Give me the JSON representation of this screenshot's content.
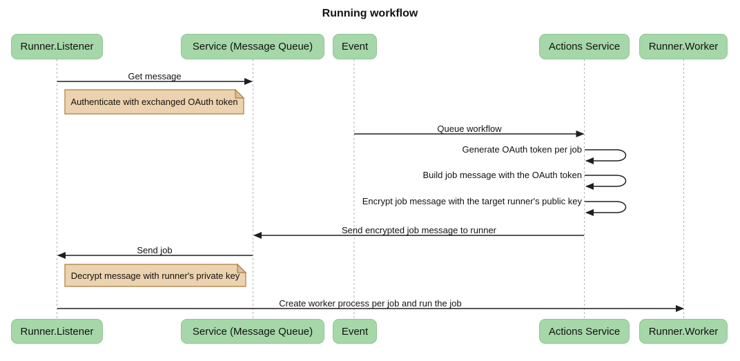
{
  "title": "Running workflow",
  "diagram_type": "sequence-diagram",
  "colors": {
    "actor-fill": "#a6d7a8",
    "actor-border": "#8fc497",
    "note-fill": "#ecd2ae",
    "note-border": "#aa7d45",
    "note-fold": "#dcbe93",
    "line-color": "#1f1f1f",
    "lifeline-color": "#b3b3b3",
    "text-color": "#111111",
    "bg-color": "#ffffff"
  },
  "actors": [
    {
      "id": "runner-listener",
      "label": "Runner.Listener"
    },
    {
      "id": "service-message-queue",
      "label": "Service (Message Queue)"
    },
    {
      "id": "event",
      "label": "Event"
    },
    {
      "id": "actions-service",
      "label": "Actions Service"
    },
    {
      "id": "runner-worker",
      "label": "Runner.Worker"
    }
  ],
  "messages": [
    {
      "type": "arrow",
      "from": "Runner.Listener",
      "to": "Service (Message Queue)",
      "label": "Get message"
    },
    {
      "type": "note",
      "over": "Runner.Listener, Service (Message Queue)",
      "label": "Authenticate with exchanged OAuth token"
    },
    {
      "type": "arrow",
      "from": "Event",
      "to": "Actions Service",
      "label": "Queue workflow"
    },
    {
      "type": "self",
      "from": "Actions Service",
      "to": "Actions Service",
      "label": "Generate OAuth token per job"
    },
    {
      "type": "self",
      "from": "Actions Service",
      "to": "Actions Service",
      "label": "Build job message with the OAuth token"
    },
    {
      "type": "self",
      "from": "Actions Service",
      "to": "Actions Service",
      "label": "Encrypt job message with the target runner's public key"
    },
    {
      "type": "arrow",
      "from": "Actions Service",
      "to": "Service (Message Queue)",
      "label": "Send encrypted job message to runner"
    },
    {
      "type": "arrow",
      "from": "Service (Message Queue)",
      "to": "Runner.Listener",
      "label": "Send job"
    },
    {
      "type": "note",
      "over": "Runner.Listener, Service (Message Queue)",
      "label": "Decrypt message with runner's private key"
    },
    {
      "type": "arrow",
      "from": "Runner.Listener",
      "to": "Runner.Worker",
      "label": "Create worker process per job and run the job"
    }
  ]
}
